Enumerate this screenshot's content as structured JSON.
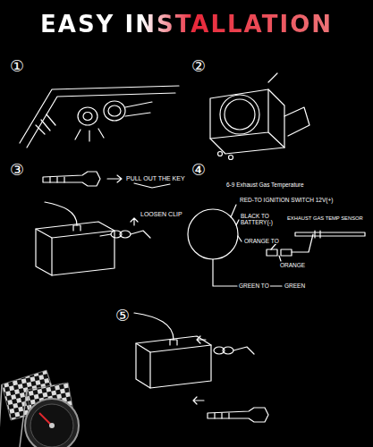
{
  "diagram": {
    "title": "EASY INSTALLATION",
    "labels": [
      "①",
      "②",
      "③",
      "④",
      "⑤",
      "PULL OUT THE KEY",
      "LOOSEN CLIP",
      "6-9 Exhaust Gas Temperature",
      "RED-TO IGNITION SWITCH 12V(+)",
      "BLACK TO BATTERY(-)",
      "EXHAUST GAS TEMP SENSOR",
      "ORANGE TO",
      "ORANGE",
      "GREEN TO",
      "GREEN"
    ]
  }
}
